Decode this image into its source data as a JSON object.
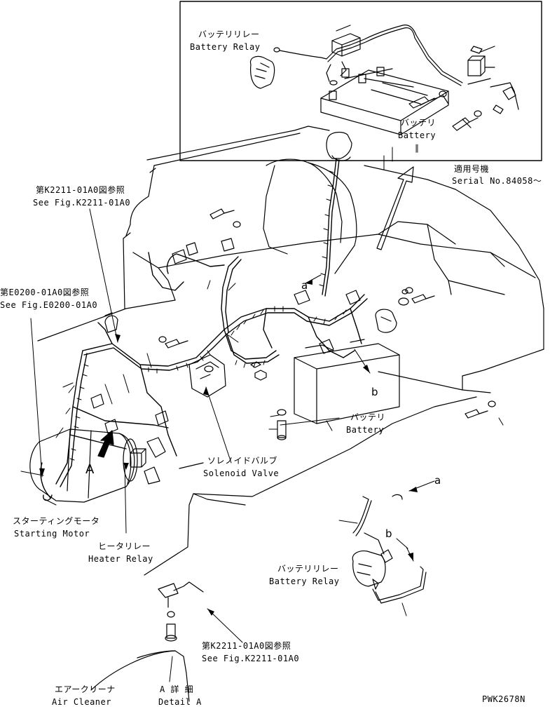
{
  "labels": {
    "inset_battery_relay_jp": "バッテリリレー",
    "inset_battery_relay_en": "Battery Relay",
    "inset_battery_jp": "バッテリ",
    "inset_battery_en": "Battery",
    "inset_parallel": "∥",
    "serial_jp": "適用号機",
    "serial_en": "Serial No.84058～",
    "ref1_jp": "第K2211-01A0図参照",
    "ref1_en": "See Fig.K2211-01A0",
    "ref2_jp": "第E0200-01A0図参照",
    "ref2_en": "See Fig.E0200-01A0",
    "callout_a": "a",
    "callout_b": "b",
    "detail_marker": "A",
    "battery_jp": "バッテリ",
    "battery_en": "Battery",
    "solenoid_jp": "ソレノイドバルブ",
    "solenoid_en": "Solenoid Valve",
    "starting_jp": "スターティングモータ",
    "starting_en": "Starting Motor",
    "heater_jp": "ヒータリレー",
    "heater_en": "Heater Relay",
    "detail_a_a": "a",
    "detail_b": "b",
    "detail_relay_jp": "バッテリリレー",
    "detail_relay_en": "Battery Relay",
    "ref3_jp": "第K2211-01A0図参照",
    "ref3_en": "See Fig.K2211-01A0",
    "air_jp": "エアークリーナ",
    "air_en": "Air Cleaner",
    "detail_title_jp": "A 詳 細",
    "detail_title_en": "Detail A",
    "drawing_no": "PWK2678N"
  }
}
